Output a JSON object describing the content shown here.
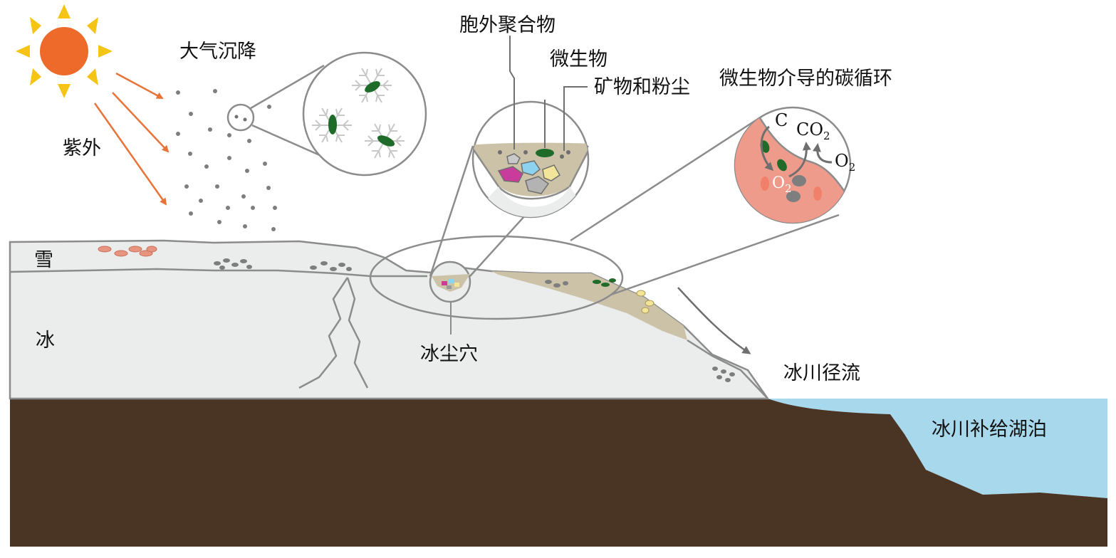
{
  "labels": {
    "precipitation": "大气沉降",
    "uv": "紫外",
    "eps": "胞外聚合物",
    "microbe": "微生物",
    "mineral_dust": "矿物和粉尘",
    "carbon_cycle": "微生物介导的碳循环",
    "snow": "雪",
    "ice": "冰",
    "cryoconite": "冰尘穴",
    "runoff": "冰川径流",
    "lake": "冰川补给湖泊"
  },
  "chem": {
    "c": "C",
    "co2_base": "CO",
    "co2_sub": "2",
    "o2_base": "O",
    "o2_sub": "2"
  },
  "colors": {
    "sun": "#ee6a2a",
    "sun_rays": "#f5c414",
    "uv_arrow": "#e8743a",
    "ice": "#ebecec",
    "outline": "#8c8c8c",
    "bedrock": "#4a3423",
    "lake": "#a8d8ec",
    "sediment": "#cbc2a8",
    "microbe": "#1e6b2a",
    "carbon_bg": "#ef9b8b"
  }
}
